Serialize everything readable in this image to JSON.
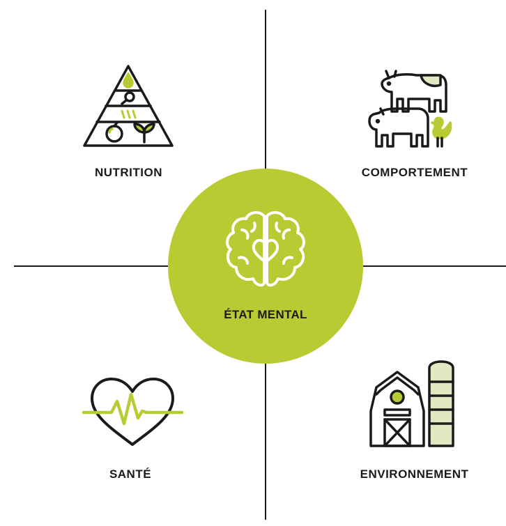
{
  "center": {
    "label": "ÉTAT MENTAL"
  },
  "quadrants": {
    "nutrition": {
      "label": "NUTRITION"
    },
    "comportement": {
      "label": "COMPORTEMENT"
    },
    "sante": {
      "label": "SANTÉ"
    },
    "environnement": {
      "label": "ENVIRONNEMENT"
    }
  },
  "colors": {
    "accent": "#b9cb32",
    "light_accent": "#e3e8c2",
    "ink": "#1a1a1a",
    "background": "#ffffff"
  },
  "icons": {
    "nutrition": "food-pyramid-icon",
    "comportement": "farm-animals-icon",
    "sante": "heart-pulse-icon",
    "environnement": "barn-silo-icon",
    "center": "brain-heart-icon"
  }
}
